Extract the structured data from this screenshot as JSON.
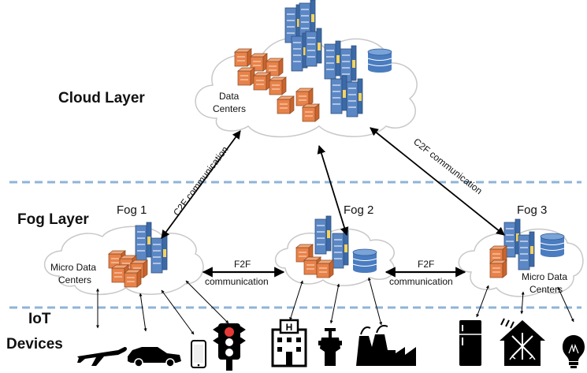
{
  "layers": {
    "cloud": "Cloud Layer",
    "fog": "Fog Layer",
    "iot_line1": "IoT",
    "iot_line2": "Devices"
  },
  "cloud": {
    "label_line1": "Data",
    "label_line2": "Centers"
  },
  "fog_nodes": [
    {
      "name": "Fog 1",
      "label_line1": "Micro Data",
      "label_line2": "Centers"
    },
    {
      "name": "Fog 2"
    },
    {
      "name": "Fog 3",
      "label_line1": "Micro Data",
      "label_line2": "Centers"
    }
  ],
  "links": {
    "c2f_left": "C2F communication",
    "c2f_right": "C2F communication",
    "f2f_line1": "F2F",
    "f2f_line2": "communication"
  },
  "devices": [
    "airplane-icon",
    "car-icon",
    "smartphone-icon",
    "traffic-light-icon",
    "hospital-icon",
    "valve-icon",
    "factory-icon",
    "refrigerator-icon",
    "smart-home-icon",
    "light-bulb-icon"
  ],
  "colors": {
    "divider": "#8fb4d9",
    "cloud_stroke": "#c8c8c8",
    "server_blue": "#5b87c5",
    "server_orange": "#e8824a",
    "storage_blue": "#4a7cc0"
  }
}
